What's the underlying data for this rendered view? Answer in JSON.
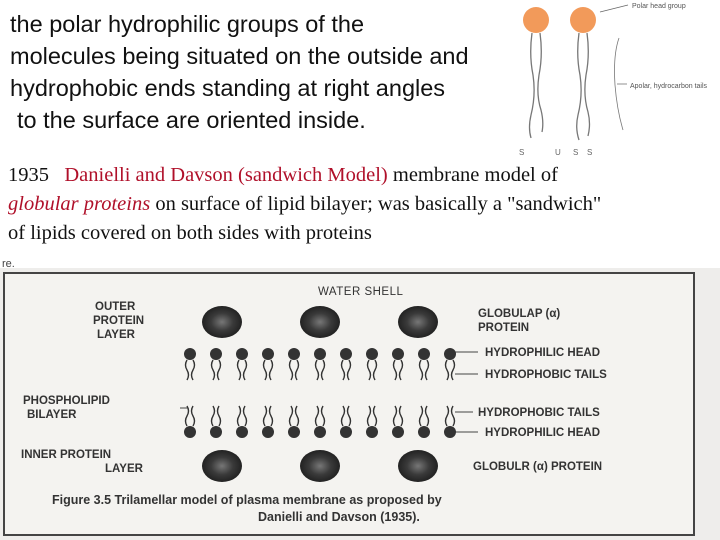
{
  "top_text": [
    "the polar hydrophilic groups of the",
    "molecules being situated on the outside and",
    "hydrophobic ends standing at right angles",
    "to the surface are oriented inside."
  ],
  "fig1": {
    "polar_head_label": "Polar head group",
    "apolar_label": "Apolar, hydrocarbon tails",
    "bottom_letters": [
      "S",
      "U",
      "S",
      "S"
    ]
  },
  "para": {
    "year": "1935",
    "model_name": "Danielli and Davson (sandwich Model)",
    "line1_rest": " membrane model of",
    "italic_term": "globular proteins",
    "line2_rest": " on surface of lipid bilayer; was basically a \"sandwich\"",
    "line3": "of lipids covered on both sides with proteins"
  },
  "fragment": "re.",
  "fig2": {
    "top_label": "WATER SHELL",
    "left_labels": {
      "outer_protein": [
        "OUTER",
        "PROTEIN",
        "LAYER"
      ],
      "phospholipid": [
        "PHOSPHOLIPID",
        "BILAYER"
      ],
      "inner_protein": [
        "INNER PROTEIN",
        "LAYER"
      ]
    },
    "right_labels": {
      "globular_top": [
        "GLOBULAP (α)",
        "PROTEIN"
      ],
      "hydrophilic_head_1": "HYDROPHILIC HEAD",
      "hydrophobic_tails_1": "HYDROPHOBIC TAILS",
      "hydrophobic_tails_2": "HYDROPHOBIC TAILS",
      "hydrophilic_head_2": "HYDROPHILIC HEAD",
      "globular_bottom": "GLOBULR (α) PROTEIN"
    },
    "caption_line1": "Figure 3.5 Trilamellar model of plasma membrane as proposed by",
    "caption_line2": "Danielli and Davson (1935)."
  }
}
